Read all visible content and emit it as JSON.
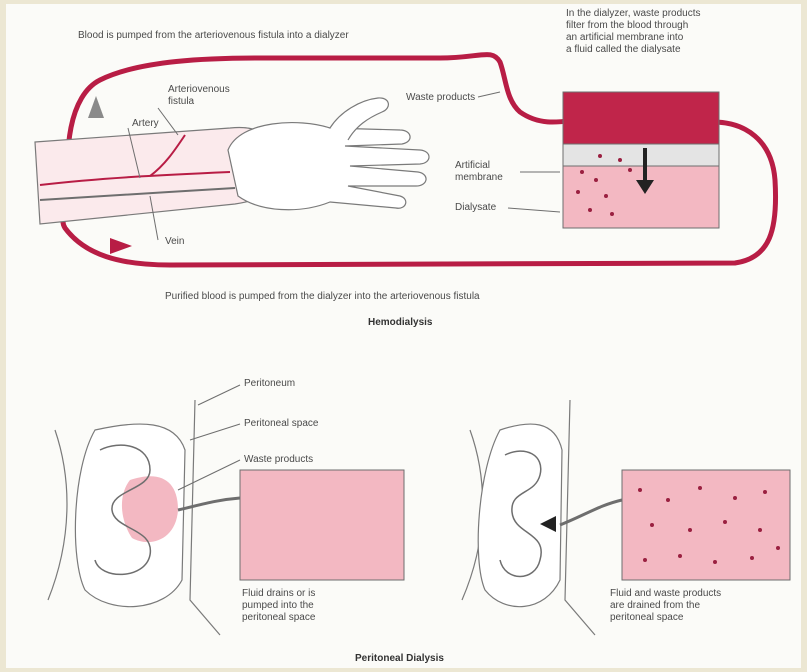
{
  "hemodialysis": {
    "title": "Hemodialysis",
    "top_caption": "Blood is pumped from the arteriovenous fistula into a dialyzer",
    "bottom_caption": "Purified blood is pumped from the dialyzer into the arteriovenous fistula",
    "dialyzer_note": "In the dialyzer, waste products\nfilter from the blood through\nan artificial membrane into\na fluid called the dialysate",
    "labels": {
      "fistula": "Arteriovenous\nfistula",
      "artery": "Artery",
      "vein": "Vein",
      "waste": "Waste products",
      "membrane": "Artificial\nmembrane",
      "dialysate": "Dialysate"
    }
  },
  "peritoneal": {
    "title": "Peritoneal Dialysis",
    "labels": {
      "peritoneum": "Peritoneum",
      "space": "Peritoneal space",
      "waste": "Waste products"
    },
    "left_caption": "Fluid drains or is\npumped into the\nperitoneal space",
    "right_caption": "Fluid and waste products\nare drained from the\nperitoneal space"
  },
  "colors": {
    "background": "#ece7d3",
    "blood": "#c0254a",
    "tube": "#b81d45",
    "dialysate": "#f3b8c2",
    "outline": "#6e6e6e"
  }
}
